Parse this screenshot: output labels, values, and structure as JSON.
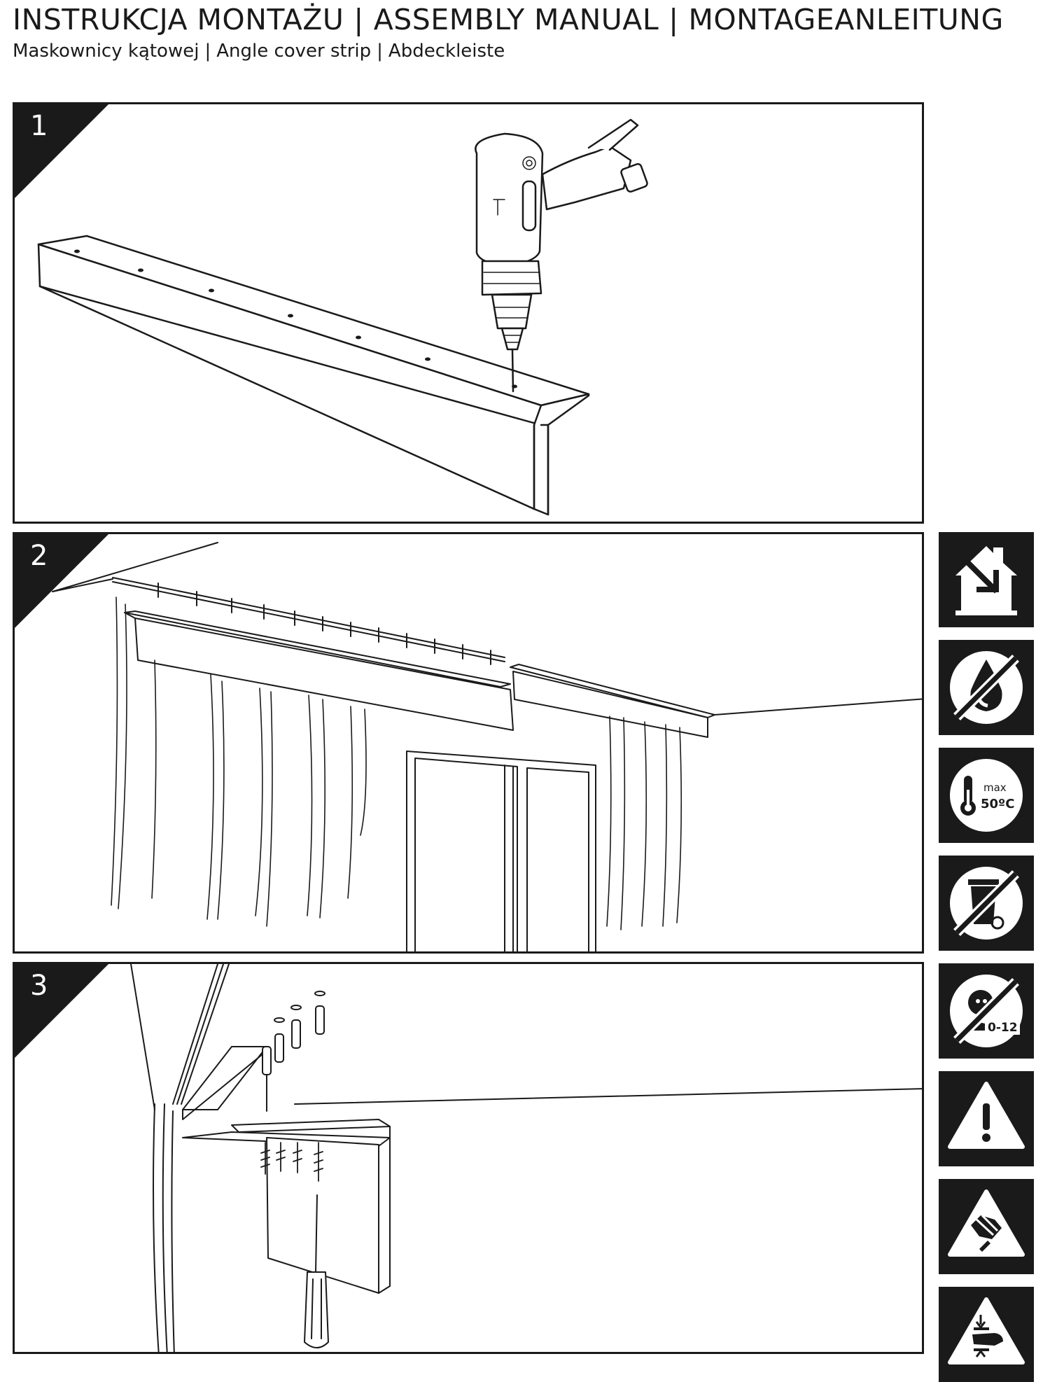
{
  "header": {
    "title_pl": "INSTRUKCJA MONTAŻU",
    "title_en": "ASSEMBLY MANUAL",
    "title_de": "MONTAGEANLEITUNG",
    "separator": "|",
    "subtitle_pl": "Maskownicy kątowej",
    "subtitle_en": "Angle cover strip",
    "subtitle_de": "Abdeckleiste"
  },
  "steps": [
    {
      "number": "1",
      "illustration": "drill-strip"
    },
    {
      "number": "2",
      "illustration": "curtain-rail-cover"
    },
    {
      "number": "3",
      "illustration": "screw-mounting"
    }
  ],
  "icons": [
    {
      "name": "indoor-use-icon"
    },
    {
      "name": "no-water-icon"
    },
    {
      "name": "max-temperature-icon",
      "label_top": "max",
      "label_bottom": "50ºC"
    },
    {
      "name": "no-household-waste-icon"
    },
    {
      "name": "not-for-children-icon",
      "label": "0-12"
    },
    {
      "name": "warning-icon"
    },
    {
      "name": "breakage-hazard-icon"
    },
    {
      "name": "crush-hazard-icon"
    }
  ],
  "colors": {
    "ink": "#1a1a1a",
    "paper": "#ffffff"
  }
}
